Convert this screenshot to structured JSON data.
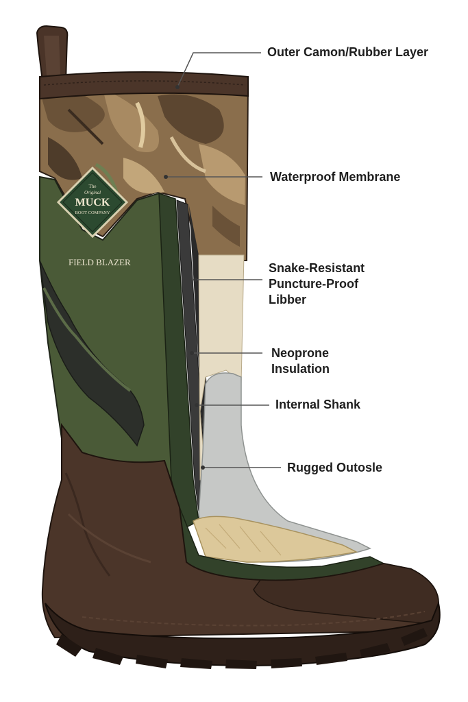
{
  "diagram": {
    "brand": {
      "line1": "The",
      "line2": "Original",
      "name": "MUCK",
      "company": "BOOT COMPANY"
    },
    "model_name": "FIELD BLAZER",
    "callouts": [
      {
        "lines": [
          "Outer Camon/Rubber Layer"
        ]
      },
      {
        "lines": [
          "Waterproof Membrane"
        ]
      },
      {
        "lines": [
          "Snake-Resistant",
          "Puncture-Proof",
          "Libber"
        ]
      },
      {
        "lines": [
          "Neoprone",
          "Insulation"
        ]
      },
      {
        "lines": [
          "Internal Shank"
        ]
      },
      {
        "lines": [
          "Rugged Outosle"
        ]
      }
    ]
  },
  "colors": {
    "outsole_brown": "#4b3529",
    "dark_brown": "#2e2019",
    "olive_green": "#4a5a37",
    "dark_green": "#32422a",
    "camo_tan": "#8a6e4c",
    "liner_cream": "#e6dcc4",
    "insulation_grey": "#c6c8c6",
    "footbed_tan": "#dcc89a",
    "leader_line": "#555555"
  }
}
